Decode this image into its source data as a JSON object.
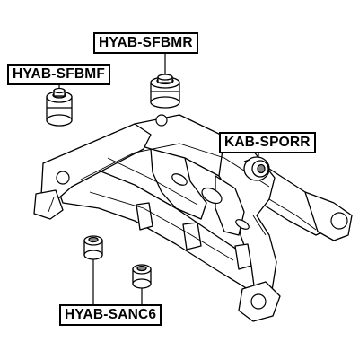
{
  "diagram": {
    "labels": {
      "sfbmr": "HYAB-SFBMR",
      "sfbmf": "HYAB-SFBMF",
      "sporr": "KAB-SPORR",
      "sanc6": "HYAB-SANC6"
    }
  },
  "colors": {
    "line": "#000000",
    "background": "#ffffff"
  }
}
